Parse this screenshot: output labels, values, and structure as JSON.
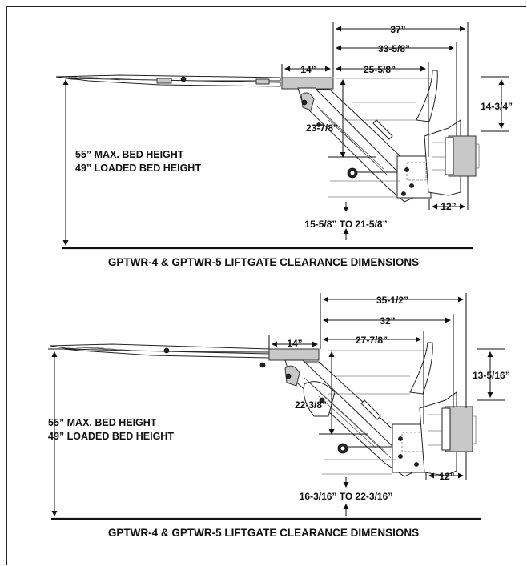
{
  "diagrams": [
    {
      "dimensions": {
        "overall_width": "37”",
        "mid_width": "33-5/8”",
        "inner_width": "25-5/8”",
        "platform_width": "14”",
        "drop_height": "14-3/4”",
        "arm_height": "23-7/8”",
        "rear_offset": "12”",
        "ground_clearance": "15-5/8” TO 21-5/8”"
      },
      "bed_height_max": "55” MAX. BED HEIGHT",
      "bed_height_loaded": "49” LOADED BED HEIGHT",
      "caption": "GPTWR-4 & GPTWR-5 LIFTGATE CLEARANCE DIMENSIONS"
    },
    {
      "dimensions": {
        "overall_width": "35-1/2”",
        "mid_width": "32”",
        "inner_width": "27-7/8”",
        "platform_width": "14”",
        "drop_height": "13-5/16”",
        "arm_height": "22-3/8”",
        "rear_offset": "12”",
        "ground_clearance": "16-3/16” TO 22-3/16”"
      },
      "bed_height_max": "55” MAX. BED HEIGHT",
      "bed_height_loaded": "49” LOADED BED HEIGHT",
      "caption": "GPTWR-4 & GPTWR-5 LIFTGATE CLEARANCE DIMENSIONS"
    }
  ]
}
